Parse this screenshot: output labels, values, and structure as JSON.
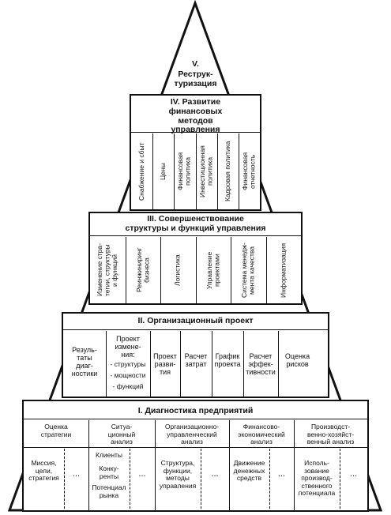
{
  "level5": {
    "roman": "V.",
    "title": "Реструк-\nтуризация"
  },
  "level4": {
    "title": "IV. Развитие\nфинансовых\nметодов\nуправления",
    "items": [
      "Снабжение и сбыт",
      "Цены",
      "Финансовая\nполитика",
      "Инвестиционная\nполитика",
      "Кадровая политика",
      "Финансовая\nотчетность"
    ]
  },
  "level3": {
    "title": "III. Совершенствование\nструктуры и функций управления",
    "items": [
      "Изменение стра-\nтегии, структуры\nи функций",
      "Реинжиниринг\nбизнеса",
      "Логистика",
      "Управление\nпроектами",
      "Система менедж-\nмента качества",
      "Информатизация"
    ]
  },
  "level2": {
    "title": "II. Организационный проект",
    "results": "Резуль-\nтаты\nдиаг-\nностики",
    "project_changes": {
      "title": "Проект\nизмене-\nния:",
      "items": [
        "- структуры",
        "- мощности",
        "- функций"
      ]
    },
    "cells": [
      "Проект\nразви-\nтия",
      "Расчет\nзатрат",
      "График\nпроекта",
      "Расчет\nэффек-\nтивности",
      "Оценка\nрисков"
    ]
  },
  "level1": {
    "title": "I. Диагностика предприятий",
    "columns": [
      {
        "header": "Оценка\nстратегии",
        "lines": [
          "Миссия,\nцели,\nстратегия"
        ]
      },
      {
        "header": "Ситуа-\nционный\nанализ",
        "lines": [
          "Клиенты",
          "Конку-\nренты",
          "Потенциал\nрынка"
        ]
      },
      {
        "header": "Организационно-\nуправленческий\nанализ",
        "lines": [
          "Структура,\nфункции,\nметоды\nуправления"
        ]
      },
      {
        "header": "Финансово-\nэкономический\nанализ",
        "lines": [
          "Движение\nденежных\nсредств"
        ]
      },
      {
        "header": "Производст-\nвенно-хозяйст-\nвенный анализ",
        "lines": [
          "Исполь-\nзование\nпроизвод-\nственного\nпотенциала"
        ]
      }
    ],
    "ellipsis": "..."
  }
}
